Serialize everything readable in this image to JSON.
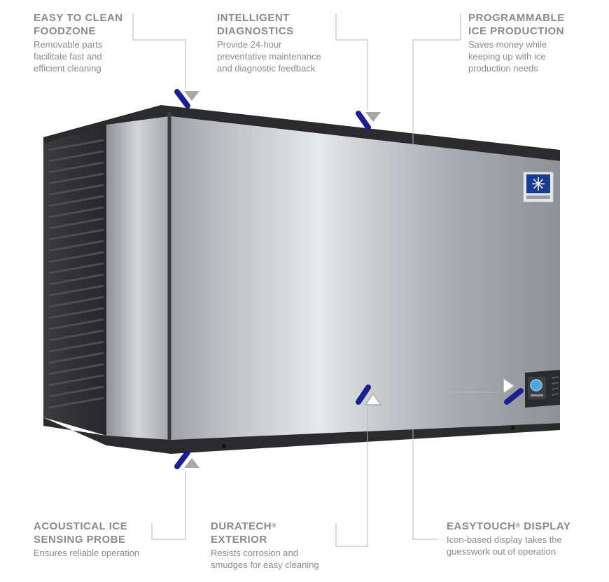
{
  "callouts": {
    "foodzone": {
      "title_line1": "EASY TO CLEAN",
      "title_line2": "FOODZONE",
      "desc_line1": "Removable parts",
      "desc_line2": "facilitate fast and",
      "desc_line3": "efficient cleaning"
    },
    "diagnostics": {
      "title_line1": "INTELLIGENT",
      "title_line2": "DIAGNOSTICS",
      "desc_line1": "Provide 24-hour",
      "desc_line2": "preventative maintenance",
      "desc_line3": "and diagnostic feedback"
    },
    "programmable": {
      "title_line1": "PROGRAMMABLE",
      "title_line2": "ICE PRODUCTION",
      "desc_line1": "Saves money while",
      "desc_line2": "keeping up with ice",
      "desc_line3": "production needs"
    },
    "acoustical": {
      "title_line1": "ACOUSTICAL ICE",
      "title_line2": "SENSING PROBE",
      "desc_line1": "Ensures reliable operation"
    },
    "duratech": {
      "title_line1": "DURATECH",
      "title_reg": "®",
      "title_line2": "EXTERIOR",
      "desc_line1": "Resists corrosion and",
      "desc_line2": "smudges for easy cleaning"
    },
    "easytouch": {
      "title_pre": "EASYTOUCH",
      "title_reg": "®",
      "title_post": " DISPLAY",
      "desc_line1": "Icon-based display takes the",
      "desc_line2": "guesswork out of operation"
    }
  },
  "colors": {
    "marker_blue": "#1b1f8f",
    "marker_gray": "#a8a8a8",
    "text_gray": "#8a8a8a",
    "leader_line": "#b5b5b5",
    "trim_dark": "#2b2b2e"
  },
  "icons": [
    "snowflake-logo-icon",
    "callout-marker-icon"
  ]
}
